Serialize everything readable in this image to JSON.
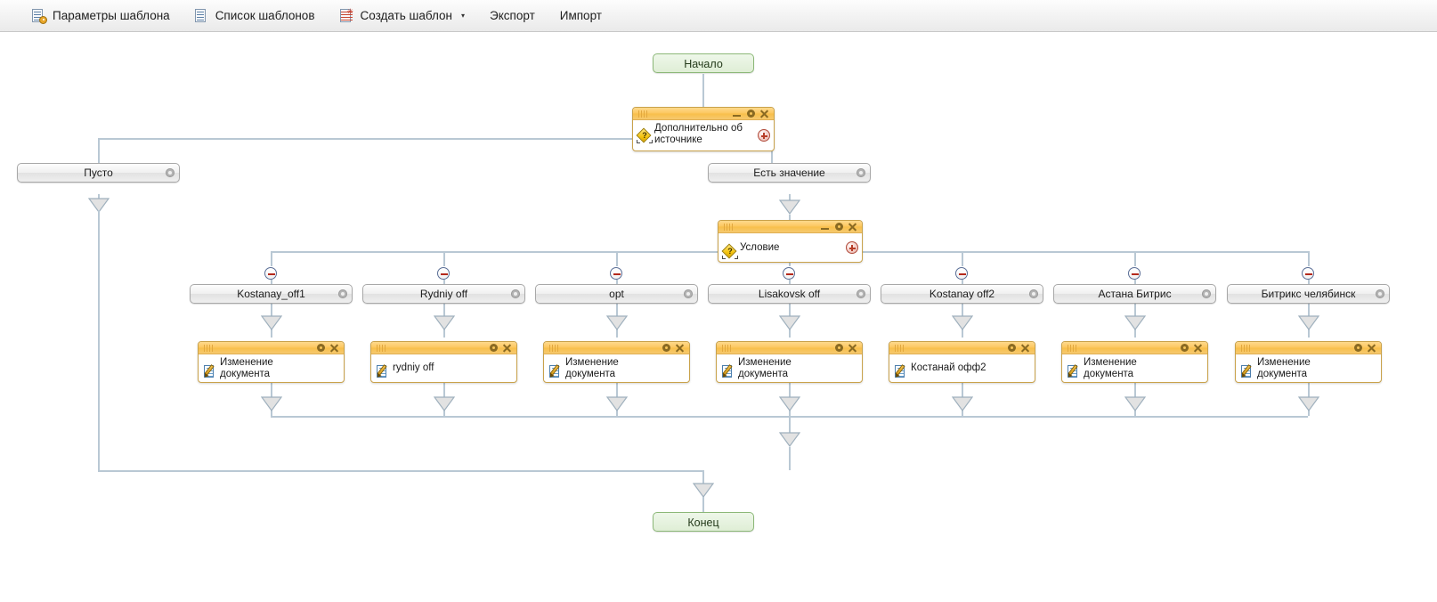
{
  "toolbar": {
    "items": [
      {
        "label": "Параметры шаблона",
        "icon": "template-params-icon",
        "caret": ""
      },
      {
        "label": "Список шаблонов",
        "icon": "template-list-icon",
        "caret": ""
      },
      {
        "label": "Создать шаблон",
        "icon": "create-template-icon",
        "caret": "▾"
      },
      {
        "label": "Экспорт",
        "icon": "",
        "caret": ""
      },
      {
        "label": "Импорт",
        "icon": "",
        "caret": ""
      }
    ]
  },
  "diagram": {
    "start_node": {
      "label": "Начало"
    },
    "end_node": {
      "label": "Конец"
    },
    "source_window": {
      "title": "Дополнительно об источнике",
      "icon": "condition-diamond-icon"
    },
    "condition_window": {
      "title": "Условие",
      "icon": "condition-diamond-icon"
    },
    "branch_empty": {
      "label": "Пусто"
    },
    "branch_has_value": {
      "label": "Есть значение"
    },
    "branches": [
      {
        "label": "Kostanay_off1",
        "action": "Изменение документа"
      },
      {
        "label": "Rydniy off",
        "action": "rydniy off"
      },
      {
        "label": "opt",
        "action": "Изменение документа"
      },
      {
        "label": "Lisakovsk off",
        "action": "Изменение документа"
      },
      {
        "label": "Kostanay off2",
        "action": "Костанай офф2"
      },
      {
        "label": "Астана Битрис",
        "action": "Изменение документа"
      },
      {
        "label": "Битрикс челябинск",
        "action": "Изменение документа"
      }
    ],
    "window_buttons": {
      "minimize": "minimize-icon",
      "settings": "gear-icon",
      "close": "close-icon"
    },
    "add_button": "add-plus-icon",
    "collapse_button": "collapse-minus-icon"
  },
  "colors": {
    "accent_orange": "#f8bf49",
    "terminal_green": "#dfeed6",
    "connector": "#b9c8d4",
    "toolbar_bg": "#f4f4f4"
  }
}
